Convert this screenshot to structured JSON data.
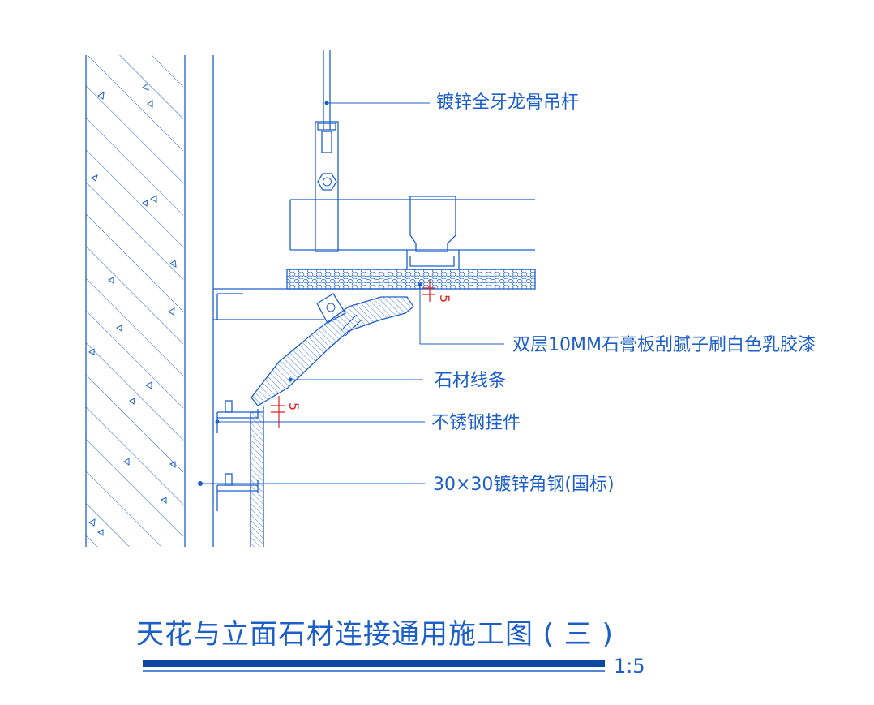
{
  "labels": {
    "hanger_rod": "镀锌全牙龙骨吊杆",
    "gypsum_board": "双层10MM石膏板刮腻子刷白色乳胶漆",
    "stone_molding": "石材线条",
    "ss_hanger": "不锈钢挂件",
    "angle_steel": "30×30镀锌角钢(国标)"
  },
  "dimensions": {
    "gap_top": "5",
    "gap_bottom": "5"
  },
  "title": {
    "text": "天花与立面石材连接通用施工图 ( 三 )",
    "scale": "1:5"
  },
  "colors": {
    "line": "#1c5fc9",
    "dimension": "#e02020",
    "title_bar": "#0d47a1"
  }
}
